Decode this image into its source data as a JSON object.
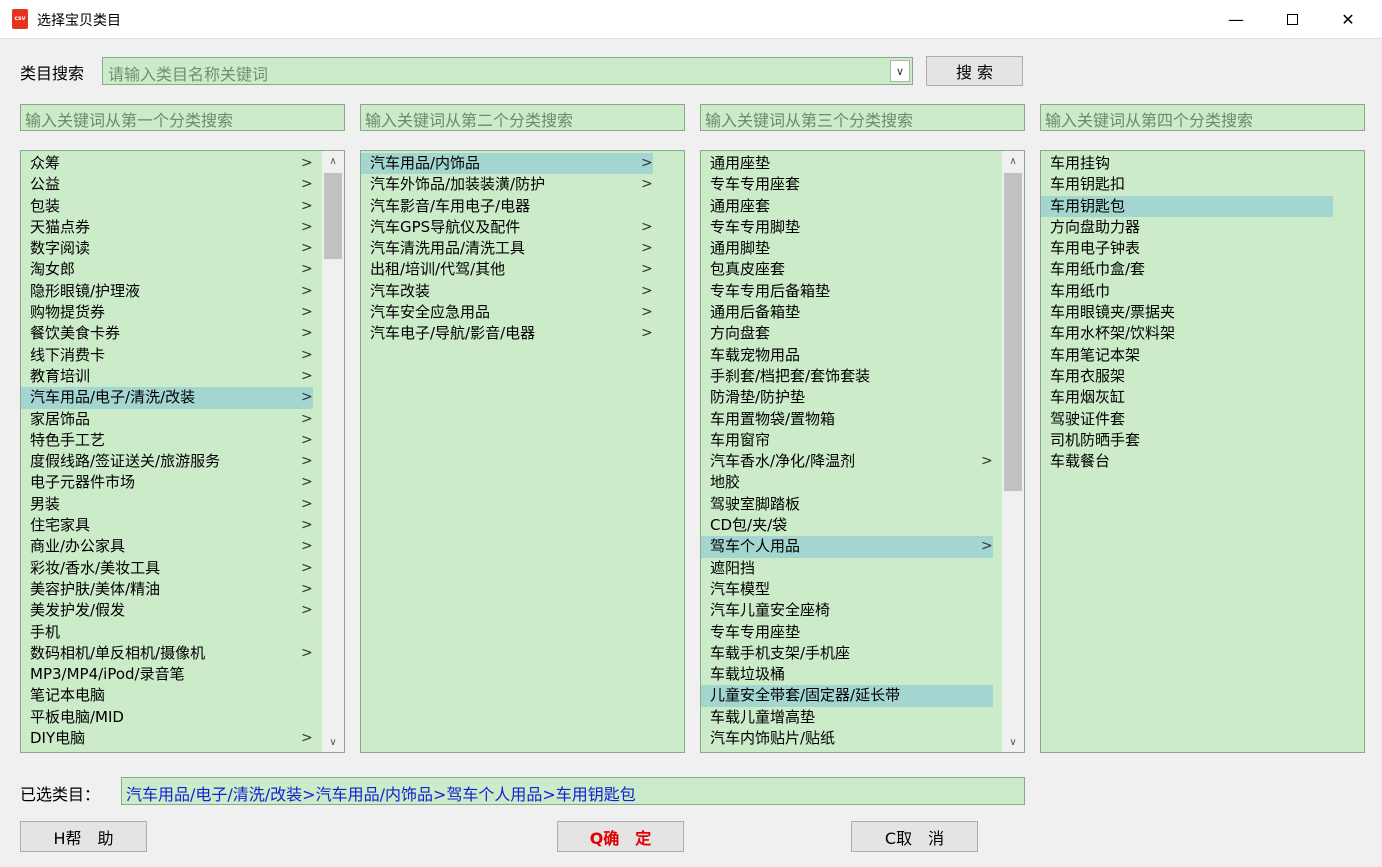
{
  "window": {
    "title": "选择宝贝类目",
    "icon_text": "csv",
    "minimize_glyph": "—",
    "close_glyph": "✕"
  },
  "search": {
    "label": "类目搜索",
    "placeholder": "请输入类目名称关键词",
    "dropdown_glyph": "∨",
    "button_label": "搜 索"
  },
  "filters": [
    "输入关键词从第一个分类搜索",
    "输入关键词从第二个分类搜索",
    "输入关键词从第三个分类搜索",
    "输入关键词从第四个分类搜索"
  ],
  "list1": {
    "items": [
      {
        "label": "众筹",
        "arrow": ">"
      },
      {
        "label": "公益",
        "arrow": ">"
      },
      {
        "label": "包装",
        "arrow": ">"
      },
      {
        "label": "天猫点券",
        "arrow": ">"
      },
      {
        "label": "数字阅读",
        "arrow": ">"
      },
      {
        "label": "淘女郎",
        "arrow": ">"
      },
      {
        "label": "隐形眼镜/护理液",
        "arrow": ">"
      },
      {
        "label": "购物提货券",
        "arrow": ">"
      },
      {
        "label": "餐饮美食卡券",
        "arrow": ">"
      },
      {
        "label": "线下消费卡",
        "arrow": ">"
      },
      {
        "label": "教育培训",
        "arrow": ">"
      },
      {
        "label": "汽车用品/电子/清洗/改装",
        "arrow": ">",
        "selected": true
      },
      {
        "label": "家居饰品",
        "arrow": ">"
      },
      {
        "label": "特色手工艺",
        "arrow": ">"
      },
      {
        "label": "度假线路/签证送关/旅游服务",
        "arrow": ">"
      },
      {
        "label": "电子元器件市场",
        "arrow": ">"
      },
      {
        "label": "男装",
        "arrow": ">"
      },
      {
        "label": "住宅家具",
        "arrow": ">"
      },
      {
        "label": "商业/办公家具",
        "arrow": ">"
      },
      {
        "label": "彩妆/香水/美妆工具",
        "arrow": ">"
      },
      {
        "label": "美容护肤/美体/精油",
        "arrow": ">"
      },
      {
        "label": "美发护发/假发",
        "arrow": ">"
      },
      {
        "label": "手机",
        "arrow": ""
      },
      {
        "label": "数码相机/单反相机/摄像机",
        "arrow": ">"
      },
      {
        "label": "MP3/MP4/iPod/录音笔",
        "arrow": ""
      },
      {
        "label": "笔记本电脑",
        "arrow": ""
      },
      {
        "label": "平板电脑/MID",
        "arrow": ""
      },
      {
        "label": "DIY电脑",
        "arrow": ">"
      }
    ],
    "scroll_up": "∧",
    "scroll_down": "∨"
  },
  "list2": {
    "items": [
      {
        "label": "汽车用品/内饰品",
        "arrow": ">",
        "selected": true
      },
      {
        "label": "汽车外饰品/加装装潢/防护",
        "arrow": ">"
      },
      {
        "label": "汽车影音/车用电子/电器",
        "arrow": ""
      },
      {
        "label": "汽车GPS导航仪及配件",
        "arrow": ">"
      },
      {
        "label": "汽车清洗用品/清洗工具",
        "arrow": ">"
      },
      {
        "label": "出租/培训/代驾/其他",
        "arrow": ">"
      },
      {
        "label": "汽车改装",
        "arrow": ">"
      },
      {
        "label": "汽车安全应急用品",
        "arrow": ">"
      },
      {
        "label": "汽车电子/导航/影音/电器",
        "arrow": ">"
      }
    ]
  },
  "list3": {
    "items": [
      {
        "label": "通用座垫",
        "arrow": ""
      },
      {
        "label": "专车专用座套",
        "arrow": ""
      },
      {
        "label": "通用座套",
        "arrow": ""
      },
      {
        "label": "专车专用脚垫",
        "arrow": ""
      },
      {
        "label": "通用脚垫",
        "arrow": ""
      },
      {
        "label": "包真皮座套",
        "arrow": ""
      },
      {
        "label": "专车专用后备箱垫",
        "arrow": ""
      },
      {
        "label": "通用后备箱垫",
        "arrow": ""
      },
      {
        "label": "方向盘套",
        "arrow": ""
      },
      {
        "label": "车载宠物用品",
        "arrow": ""
      },
      {
        "label": "手刹套/档把套/套饰套装",
        "arrow": ""
      },
      {
        "label": "防滑垫/防护垫",
        "arrow": ""
      },
      {
        "label": "车用置物袋/置物箱",
        "arrow": ""
      },
      {
        "label": "车用窗帘",
        "arrow": ""
      },
      {
        "label": "汽车香水/净化/降温剂",
        "arrow": ">"
      },
      {
        "label": "地胶",
        "arrow": ""
      },
      {
        "label": "驾驶室脚踏板",
        "arrow": ""
      },
      {
        "label": "CD包/夹/袋",
        "arrow": ""
      },
      {
        "label": "驾车个人用品",
        "arrow": ">",
        "selected": true
      },
      {
        "label": "遮阳挡",
        "arrow": ""
      },
      {
        "label": "汽车模型",
        "arrow": ""
      },
      {
        "label": "汽车儿童安全座椅",
        "arrow": ""
      },
      {
        "label": "专车专用座垫",
        "arrow": ""
      },
      {
        "label": "车载手机支架/手机座",
        "arrow": ""
      },
      {
        "label": "车载垃圾桶",
        "arrow": ""
      },
      {
        "label": "儿童安全带套/固定器/延长带",
        "arrow": "",
        "highlight": true
      },
      {
        "label": "车载儿童增高垫",
        "arrow": ""
      },
      {
        "label": "汽车内饰贴片/贴纸",
        "arrow": ""
      }
    ],
    "scroll_up": "∧",
    "scroll_down": "∨"
  },
  "list4": {
    "items": [
      {
        "label": "车用挂钩"
      },
      {
        "label": "车用钥匙扣"
      },
      {
        "label": "车用钥匙包",
        "selected": true
      },
      {
        "label": "方向盘助力器"
      },
      {
        "label": "车用电子钟表"
      },
      {
        "label": "车用纸巾盒/套"
      },
      {
        "label": "车用纸巾"
      },
      {
        "label": "车用眼镜夹/票据夹"
      },
      {
        "label": "车用水杯架/饮料架"
      },
      {
        "label": "车用笔记本架"
      },
      {
        "label": "车用衣服架"
      },
      {
        "label": "车用烟灰缸"
      },
      {
        "label": "驾驶证件套"
      },
      {
        "label": "司机防晒手套"
      },
      {
        "label": "车载餐台"
      }
    ]
  },
  "selected": {
    "label": "已选类目：",
    "path": "汽车用品/电子/清洗/改装>汽车用品/内饰品>驾车个人用品>车用钥匙包"
  },
  "buttons": {
    "help": "H帮　助",
    "ok": "Q确　定",
    "cancel": "C取　消"
  },
  "colors": {
    "list_bg": "#ccebc9",
    "selected_bg": "#a3d6d0",
    "path_text": "#1020d8",
    "ok_text": "#e00000"
  }
}
